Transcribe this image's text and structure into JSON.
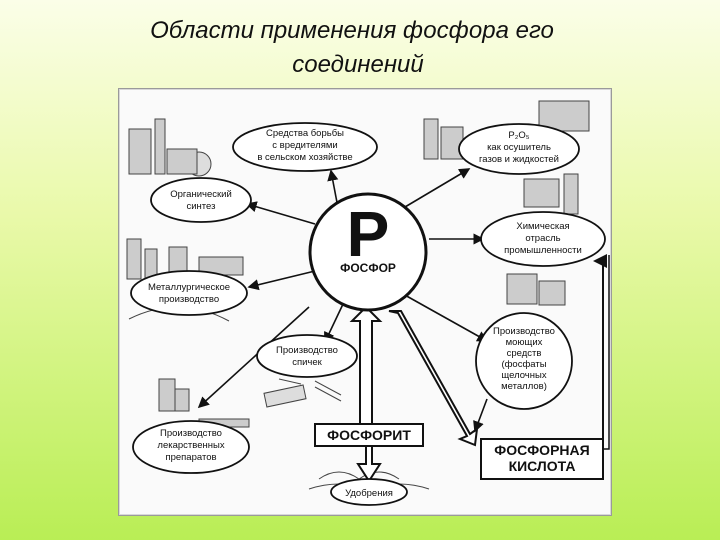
{
  "title": {
    "line1": "Области применения фосфора его",
    "line2": "соединений"
  },
  "diagram": {
    "center": {
      "symbol": "P",
      "label": "ФОСФОР"
    },
    "nodes": {
      "pest": [
        "Средства борьбы",
        "с вредителями",
        "в сельском хозяйстве"
      ],
      "p2o5": [
        "P₂O₅",
        "как осушитель",
        "газов и жидкостей"
      ],
      "organic": [
        "Органический",
        "синтез"
      ],
      "chem": [
        "Химическая",
        "отрасль",
        "промышленности"
      ],
      "metal": [
        "Металлургическое",
        "производство"
      ],
      "matches": [
        "Производство",
        "спичек"
      ],
      "detergent": [
        "Производство",
        "моющих",
        "средств",
        "(фосфаты",
        "щелочных",
        "металлов)"
      ],
      "medicine": [
        "Производство",
        "лекарственных",
        "препаратов"
      ],
      "fertilizer": [
        "Удобрения"
      ]
    },
    "boxes": {
      "phosphorite": "ФОСФОРИТ",
      "acid": [
        "ФОСФОРНАЯ",
        "КИСЛОТА"
      ]
    }
  }
}
